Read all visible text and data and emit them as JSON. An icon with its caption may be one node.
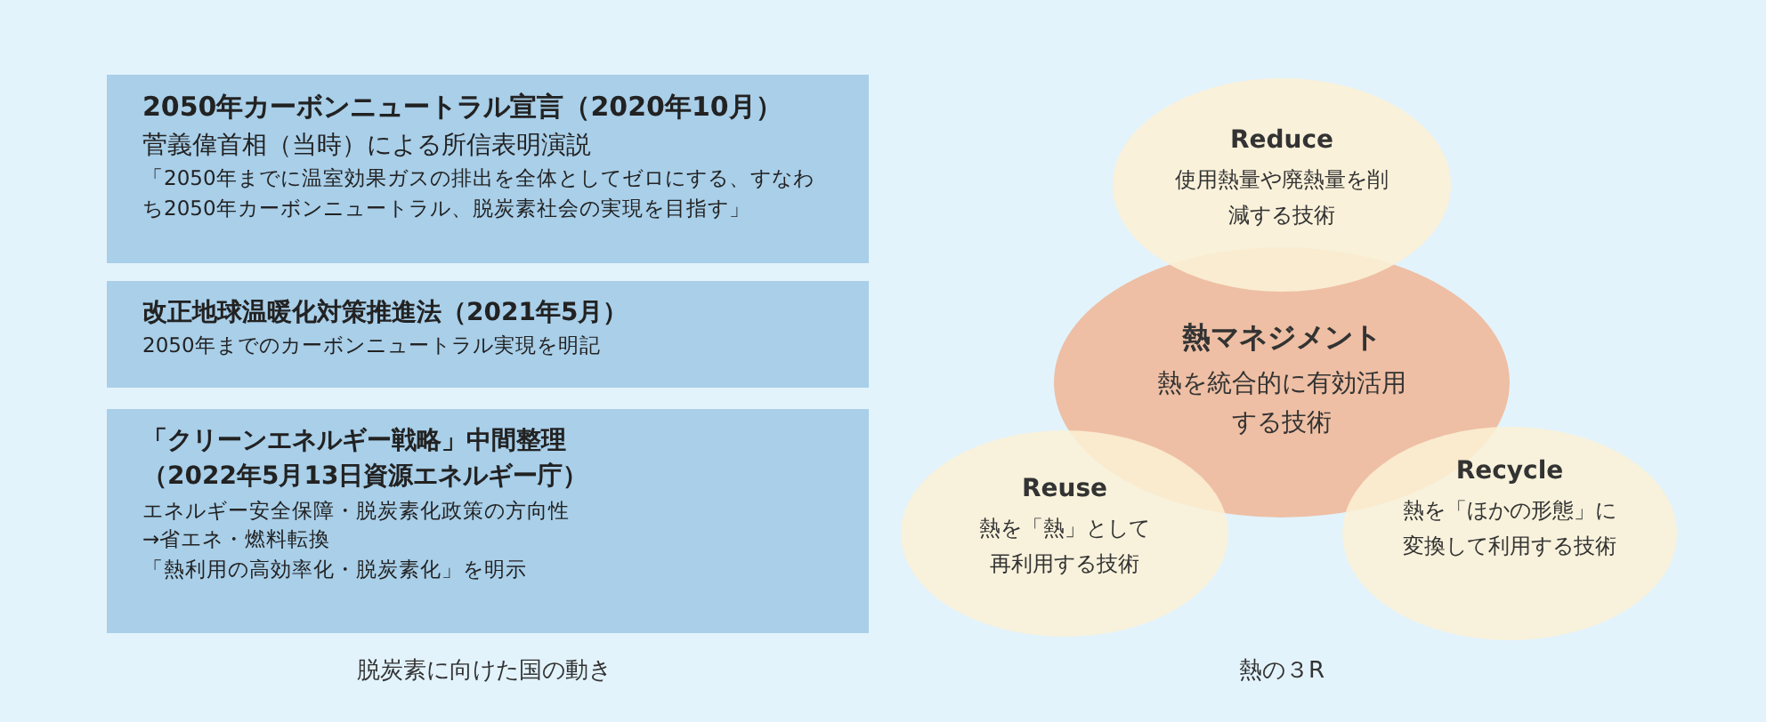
{
  "diagram": {
    "nodes": [
      {
        "text": [
          "2050年カーボンニュートラル宣言（2020年10月）",
          "菅義偉首相（当時）による所信表明演説",
          "「2050年までに温室効果ガスの排出を全体としてゼロにする、すなわち2050年カーボンニュートラル、脱炭素社会の実現を目指す」"
        ]
      },
      {
        "text": [
          "改正地球温暖化対策推進法（2021年5月）",
          "2050年までのカーボンニュートラル実現を明記"
        ]
      },
      {
        "text": [
          "「クリーンエネルギー戦略」中間整理（2022年5月13日資源エネルギー庁）",
          "エネルギー安全保障・脱炭素化政策の方向性",
          "→省エネ・燃料転換",
          "「熱利用の高効率化・脱炭素化」を明示"
        ]
      },
      {
        "text": [
          "Reduce",
          "使用熱量や廃熱量を削減する技術"
        ]
      },
      {
        "text": [
          "熱マネジメント",
          "熱を統合的に有効活用する技術"
        ]
      },
      {
        "text": [
          "Reuse",
          "熱を「熱」として再利用する技術"
        ]
      },
      {
        "text": [
          "Recycle",
          "熱を「ほかの形態」に変換して利用する技術"
        ]
      }
    ],
    "edges": [],
    "labels": [
      "脱炭素に向けた国の動き",
      "熱の３R"
    ]
  }
}
